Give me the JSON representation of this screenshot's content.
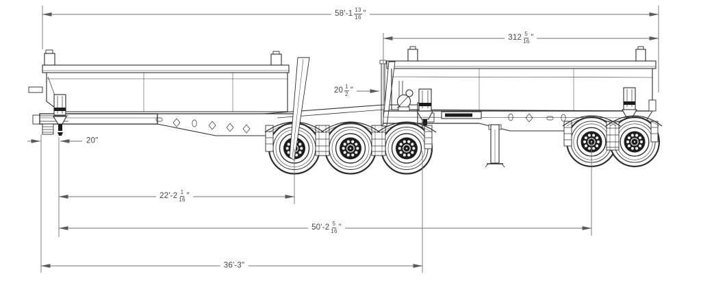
{
  "colors": {
    "background": "#ffffff",
    "drawing_line": "#2b2b2b",
    "dimension_line": "#717171",
    "dimension_text": "#454545"
  },
  "dimensions": {
    "total_length": {
      "prefix": "58'-1",
      "numerator": "13",
      "denominator": "16",
      "suffix": "\"",
      "display": "58'-1 13/16\""
    },
    "rear_section_length": {
      "prefix": "312",
      "numerator": "5",
      "denominator": "16",
      "suffix": "\"",
      "display": "312 5/16\""
    },
    "coupling_clearance": {
      "prefix": "20",
      "numerator": "1",
      "denominator": "2",
      "suffix": "\"",
      "display": "20 1/2\""
    },
    "kingpin_setback": {
      "display": "20\""
    },
    "kingpin_to_tridem_axle": {
      "prefix": "22'-2",
      "numerator": "1",
      "denominator": "16",
      "suffix": "\"",
      "display": "22'-2 1/16\""
    },
    "kingpin_to_rear_axle": {
      "prefix": "50'-2",
      "numerator": "5",
      "denominator": "16",
      "suffix": "\"",
      "display": "50'-2 5/16\""
    },
    "front_to_rear_coupling": {
      "display": "36'-3\""
    }
  }
}
